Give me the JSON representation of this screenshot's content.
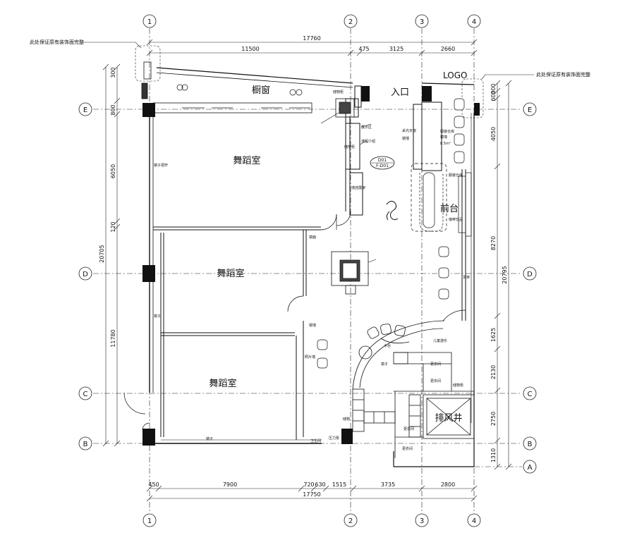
{
  "axes": {
    "columns": [
      "1",
      "2",
      "3",
      "4"
    ],
    "rows": [
      "E",
      "D",
      "C",
      "B",
      "A"
    ]
  },
  "top_dims": {
    "total": "17760",
    "segments": [
      "11500",
      "475",
      "3125",
      "2660"
    ]
  },
  "bottom_dims": {
    "total": "17750",
    "segments": [
      "450",
      "7900",
      "720",
      "630",
      "1515",
      "3735",
      "2800"
    ]
  },
  "left_dims": {
    "total": "20705",
    "segments": [
      "300",
      "800",
      "6050",
      "120",
      "11780"
    ]
  },
  "right_dims": {
    "total": "20795",
    "segments": [
      "300",
      "600",
      "4050",
      "8270",
      "1625",
      "2130",
      "2750",
      "1310"
    ]
  },
  "notes": {
    "top_left": "此处保证原有装饰面完整",
    "top_right": "此处保证原有装饰面完整",
    "logo": "LOGO",
    "tag_top": "D01",
    "tag_bottom": "F-D01"
  },
  "rooms": {
    "shop_window": "橱窗",
    "entrance": "入口",
    "dance_room_1": "舞蹈室",
    "dance_room_2": "舞蹈室",
    "dance_room_3": "舞蹈室",
    "front_desk": "前台",
    "exhaust_shaft": "排风井"
  },
  "labels": {
    "storage_cabinet": "储物柜",
    "display_area": "展示区",
    "course_intro": "课程介绍",
    "storage_cabinet_2": "储物柜",
    "wall_display": "墙挂展架",
    "wall_pole": "镜子把杆",
    "mirror_top": "镜面",
    "costume_warehouse": "服装仓库",
    "costume_store": "服装仓库",
    "coffee_drinks": "咖啡饮品",
    "shelf": "货架",
    "wood_table": "木台",
    "mirror": "镜子",
    "kids_area": "儿童游乐",
    "changing_1": "更衣间",
    "changing_2": "更衣间",
    "changing_3": "更衣间",
    "changing_4": "更衣间",
    "storage_3": "储物柜",
    "pressure_pump": "压力泵",
    "toilet": "卫生间",
    "bottom_mirror": "镜子",
    "photo_wall": "照片墙",
    "mirror_left": "镜子",
    "entry_note": "采光天窗",
    "area_note": "8.5m²",
    "dressing_mirror": "镜墙",
    "storage_4": "储物",
    "hall_mirror": "镜墙",
    "wall_mirror2": "镜墙"
  }
}
